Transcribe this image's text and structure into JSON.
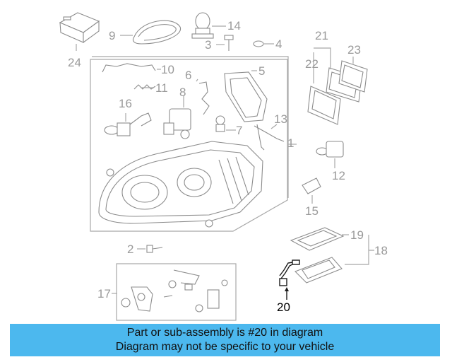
{
  "diagram": {
    "callouts": [
      "1",
      "2",
      "3",
      "4",
      "5",
      "6",
      "7",
      "8",
      "9",
      "10",
      "11",
      "12",
      "13",
      "14",
      "15",
      "16",
      "17",
      "18",
      "19",
      "20",
      "21",
      "22",
      "23",
      "24"
    ],
    "highlighted_callout": "20"
  },
  "banner": {
    "line1": "Part or sub-assembly is #20 in diagram",
    "line2": "Diagram may not be specific to your vehicle",
    "background_color": "#4cb8ee"
  }
}
